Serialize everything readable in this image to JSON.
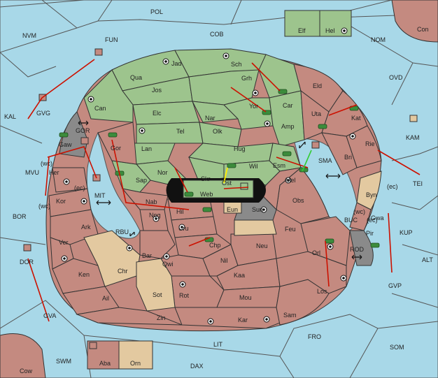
{
  "map": {
    "colors": {
      "green": "#9dc48d",
      "red": "#c48a80",
      "tan": "#e3c9a0",
      "gray": "#8a8a8a",
      "sea": "#a8d8e8",
      "arrow": "#cc1100",
      "support": "#ffee00"
    },
    "sea_labels": {
      "pol": "POL",
      "nvm": "NVM",
      "fun": "FUN",
      "cob": "COB",
      "nom": "NOM",
      "con": "Con",
      "ovd": "OVD",
      "kal": "KAL",
      "gvg": "GVG",
      "gor": "GOR",
      "mvu": "MVU",
      "wc1": "(wc)",
      "ec1": "(ec)",
      "mit": "MIT",
      "bor": "BOR",
      "wc2": "(wc)",
      "rbu": "RBU",
      "dor": "DOR",
      "gva": "GVA",
      "kam": "KAM",
      "sma": "SMA",
      "tei": "TEI",
      "ec2": "(ec)",
      "wc3": "(wc)",
      "buc": "BUC",
      "ec3": "(ec)",
      "kup": "KUP",
      "rod": "ROD",
      "alt": "ALT",
      "gvp": "GVP",
      "fro": "FRO",
      "som": "SOM",
      "lit": "LIT",
      "swm": "SWM",
      "dax": "DAX",
      "cow": "Cow"
    },
    "land_labels": {
      "jad": "Jad",
      "sch": "Sch",
      "qua": "Qua",
      "grh": "Grh",
      "jos": "Jos",
      "eld": "Eld",
      "can": "Can",
      "yor": "Yor",
      "car": "Car",
      "uta": "Uta",
      "kat": "Kat",
      "elc": "Elc",
      "nar": "Nar",
      "tel": "Tel",
      "olk": "Olk",
      "amp": "Amp",
      "gaw": "Gaw",
      "gor": "Gor",
      "lan": "Lan",
      "hug": "Hug",
      "rie": "Rie",
      "bri": "Bri",
      "nor": "Nor",
      "skr": "Skr",
      "wil": "Wil",
      "esm": "Esm",
      "sap": "Sap",
      "ost": "Ost",
      "web": "Web",
      "mel": "Mel",
      "her": "Her",
      "byn": "Byn",
      "kor": "Kor",
      "nab": "Nab",
      "eun": "Eun",
      "sun": "Sun",
      "obs": "Obs",
      "hil": "Hil",
      "nog": "Nog",
      "gwa": "Gwa",
      "ark": "Ark",
      "uru": "Uru",
      "feu": "Feu",
      "pir": "Pir",
      "chp": "Chp",
      "neu": "Neu",
      "ver": "Ver",
      "bar": "Bar",
      "qwi": "Qwi",
      "orl": "Orl",
      "chr": "Chr",
      "nil": "Nil",
      "ken": "Ken",
      "kaa": "Kaa",
      "sot": "Sot",
      "rot": "Rot",
      "ail": "Ail",
      "mou": "Mou",
      "los": "Los",
      "zin": "Zin",
      "kar": "Kar",
      "sam": "Sam",
      "elf": "Elf",
      "hel": "Hel",
      "aba": "Aba",
      "orn": "Orn"
    }
  }
}
